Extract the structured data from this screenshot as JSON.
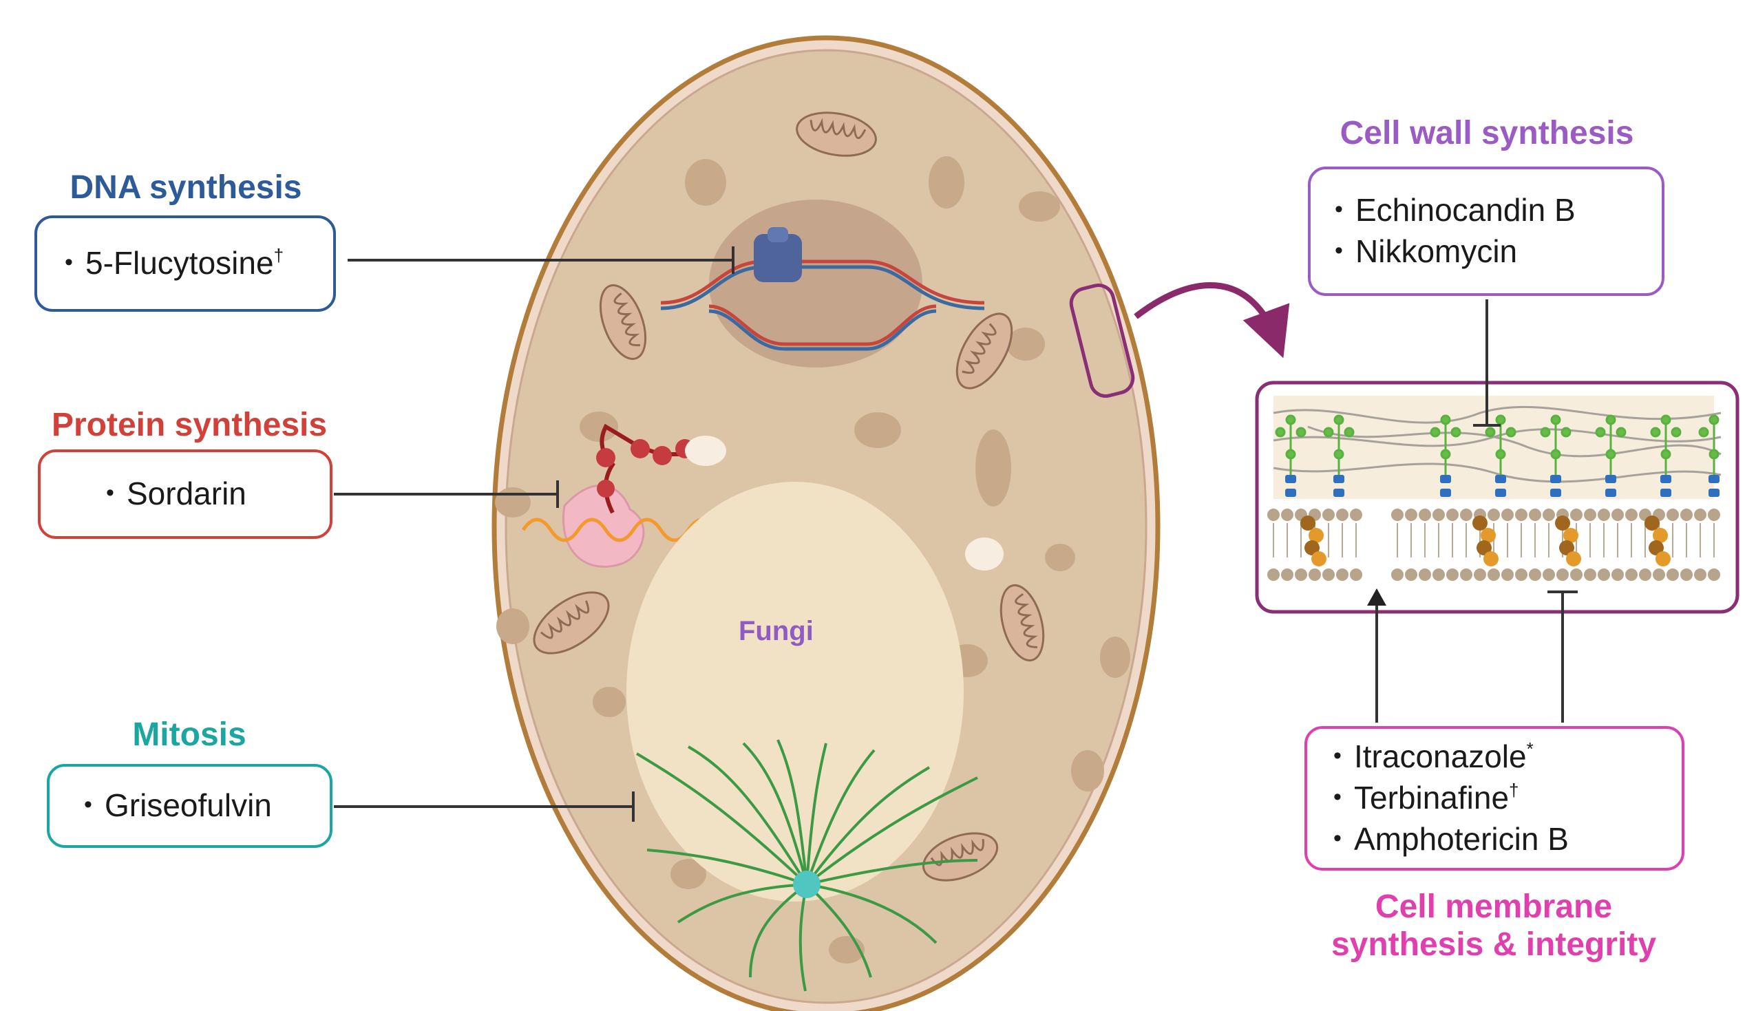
{
  "diagram": {
    "cell_label": "Fungi",
    "targets": {
      "dna": {
        "title": "DNA synthesis",
        "color": "#2d5b9a",
        "drugs": [
          {
            "name": "5-Flucytosine",
            "mark": "†"
          }
        ]
      },
      "protein": {
        "title": "Protein synthesis",
        "color": "#d0413a",
        "drugs": [
          {
            "name": "Sordarin",
            "mark": ""
          }
        ]
      },
      "mitosis": {
        "title": "Mitosis",
        "color": "#1ba6a1",
        "drugs": [
          {
            "name": "Griseofulvin",
            "mark": ""
          }
        ]
      },
      "cell_wall": {
        "title": "Cell wall synthesis",
        "color": "#9a5cc4",
        "drugs": [
          {
            "name": "Echinocandin B",
            "mark": ""
          },
          {
            "name": "Nikkomycin",
            "mark": ""
          }
        ]
      },
      "membrane": {
        "title_line1": "Cell membrane",
        "title_line2": "synthesis & integrity",
        "color": "#e03fae",
        "drugs": [
          {
            "name": "Itraconazole",
            "mark": "*"
          },
          {
            "name": "Terbinafine",
            "mark": "†"
          },
          {
            "name": "Amphotericin B",
            "mark": ""
          }
        ]
      }
    },
    "colors": {
      "cell_fill": "#dcc4a6",
      "cell_border": "#b27d3a",
      "nucleus": "#c6a58d",
      "vacuole": "#f1e1c5",
      "connector": "#333333",
      "arrow": "#8a2a6a",
      "inset_border": "#8a2f75",
      "microtubule": "#3c9a45"
    }
  }
}
